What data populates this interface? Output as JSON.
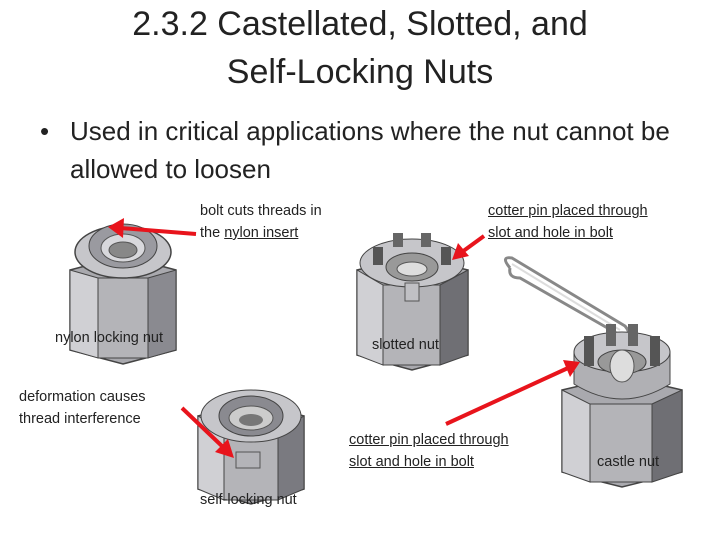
{
  "slide": {
    "title_line1": "2.3.2 Castellated, Slotted, and",
    "title_line2": "Self-Locking Nuts",
    "bullet": "Used in critical applications where the nut cannot be allowed to loosen",
    "bullet_symbol": "•"
  },
  "figures": {
    "nylon": {
      "caption": "nylon locking nut",
      "note_line1": "bolt cuts threads in",
      "note_line2_prefix": "the ",
      "note_line2_underlined": "nylon insert"
    },
    "slotted": {
      "caption": "slotted nut",
      "note_line1": "cotter pin placed through",
      "note_line2": "slot and hole in bolt"
    },
    "self_locking": {
      "caption": "self-locking nut",
      "note_line1": "deformation causes",
      "note_line2": "thread interference"
    },
    "castle": {
      "caption": "castle nut",
      "note_line1": "cotter pin placed through",
      "note_line2": "slot and hole in bolt"
    }
  },
  "colors": {
    "arrow": "#e8141c",
    "nut_light": "#b9b9bd",
    "nut_dark": "#6f6f74"
  }
}
